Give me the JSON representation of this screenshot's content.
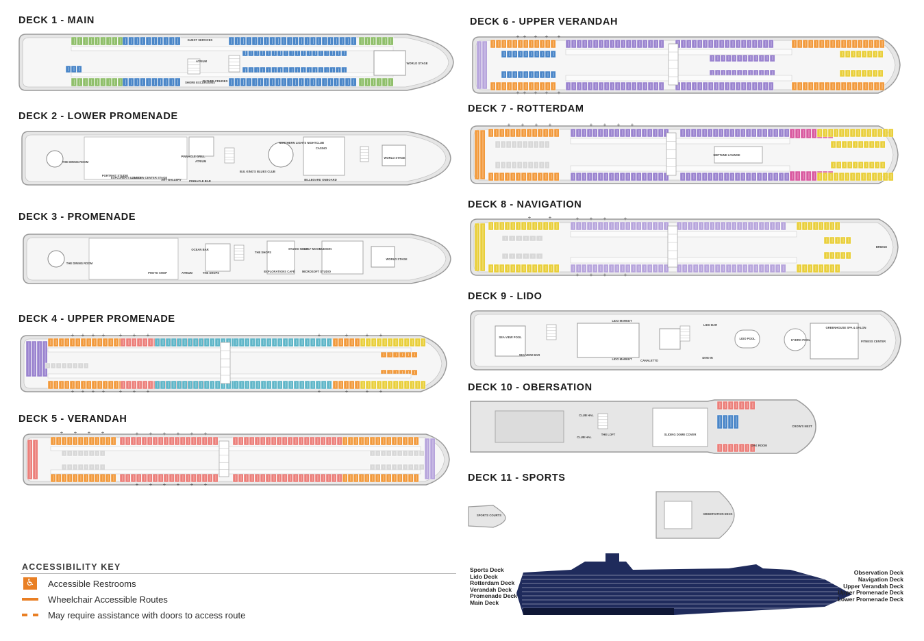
{
  "decks": [
    {
      "id": "deck1",
      "title": "DECK 1 - MAIN",
      "labels": [
        "GUEST SERVICES",
        "ATRIUM",
        "FUTURE CRUISES",
        "SHORE EXCURSIONS",
        "WORLD STAGE"
      ]
    },
    {
      "id": "deck2",
      "title": "DECK 2 - LOWER PROMENADE",
      "labels": [
        "THE DINING ROOM",
        "PINNACLE GRILL",
        "ATRIUM",
        "B.B. KING'S BLUES CLUB",
        "NORTHERN LIGHTS NIGHTCLUB",
        "CASINO",
        "WORLD STAGE",
        "PORTRAIT STUDIO",
        "EXPLORER'S LOUNGE",
        "LINCOLN CENTER STAGE",
        "ART GALLERY",
        "PINNACLE BAR",
        "BILLBOARD ONBOARD"
      ]
    },
    {
      "id": "deck3",
      "title": "DECK 3 - PROMENADE",
      "labels": [
        "THE DINING ROOM",
        "PHOTO SHOP",
        "OCEAN BAR",
        "ATRIUM",
        "THE SHOPS",
        "THE SHOPS",
        "EXPLORATIONS CAFÉ",
        "STUDIO NIGHT",
        "HALF MOON",
        "HUDSON",
        "MICROSOFT STUDIO",
        "WORLD STAGE"
      ]
    },
    {
      "id": "deck4",
      "title": "DECK 4 - UPPER PROMENADE"
    },
    {
      "id": "deck5",
      "title": "DECK 5 - VERANDAH"
    },
    {
      "id": "deck6",
      "title": "DECK 6 - UPPER VERANDAH"
    },
    {
      "id": "deck7",
      "title": "DECK 7 - ROTTERDAM",
      "labels": [
        "NEPTUNE LOUNGE"
      ]
    },
    {
      "id": "deck8",
      "title": "DECK 8 - NAVIGATION",
      "labels": [
        "BRIDGE"
      ]
    },
    {
      "id": "deck9",
      "title": "DECK 9 - LIDO",
      "labels": [
        "SEA VIEW POOL",
        "SEA VIEW BAR",
        "LIDO MARKET",
        "LIDO MARKET",
        "CANALETTO",
        "LIDO BAR",
        "DIVE-IN",
        "LIDO POOL",
        "HYDRO POOL",
        "GREENHOUSE SPA & SALON",
        "FITNESS CENTER"
      ]
    },
    {
      "id": "deck10",
      "title": "DECK 10 - OBERSATION",
      "labels": [
        "CLUB HAL",
        "CLUB HAL",
        "THE LOFT",
        "SLIDING DOME COVER",
        "OAK ROOM",
        "CROW'S NEST"
      ]
    },
    {
      "id": "deck11",
      "title": "DECK 11 - SPORTS",
      "labels": [
        "SPORTS COURTS",
        "OBSERVATION DECK"
      ]
    }
  ],
  "accessibility_key": {
    "title": "ACCESSIBILITY KEY",
    "items": [
      {
        "icon": "accessible-restroom-icon",
        "label": "Accessible Restrooms"
      },
      {
        "icon": "solid-route-line",
        "label": "Wheelchair Accessible Routes"
      },
      {
        "icon": "dashed-route-line",
        "label": "May require assistance with doors to access route"
      }
    ],
    "accent_color": "#e97f24"
  },
  "ship_profile": {
    "left_labels": [
      "Sports Deck",
      "Lido Deck",
      "Rotterdam Deck",
      "Verandah Deck",
      "Promenade Deck",
      "Main Deck"
    ],
    "right_labels": [
      "Observation Deck",
      "Navigation Deck",
      "Upper Verandah Deck",
      "Upper Promenade Deck",
      "Lower Promenade Deck"
    ],
    "hull_color": "#1f2b5c"
  },
  "cabin_colors": {
    "blue": "#4a86c8",
    "green": "#8fbf6a",
    "orange": "#f29a3c",
    "red": "#ec7f7a",
    "teal": "#5fb6c8",
    "yellow": "#e9cf3b",
    "purple": "#9a83cf",
    "pink": "#d95aa0",
    "lavender": "#b7a5dc",
    "gray": "#d8d8d8"
  }
}
